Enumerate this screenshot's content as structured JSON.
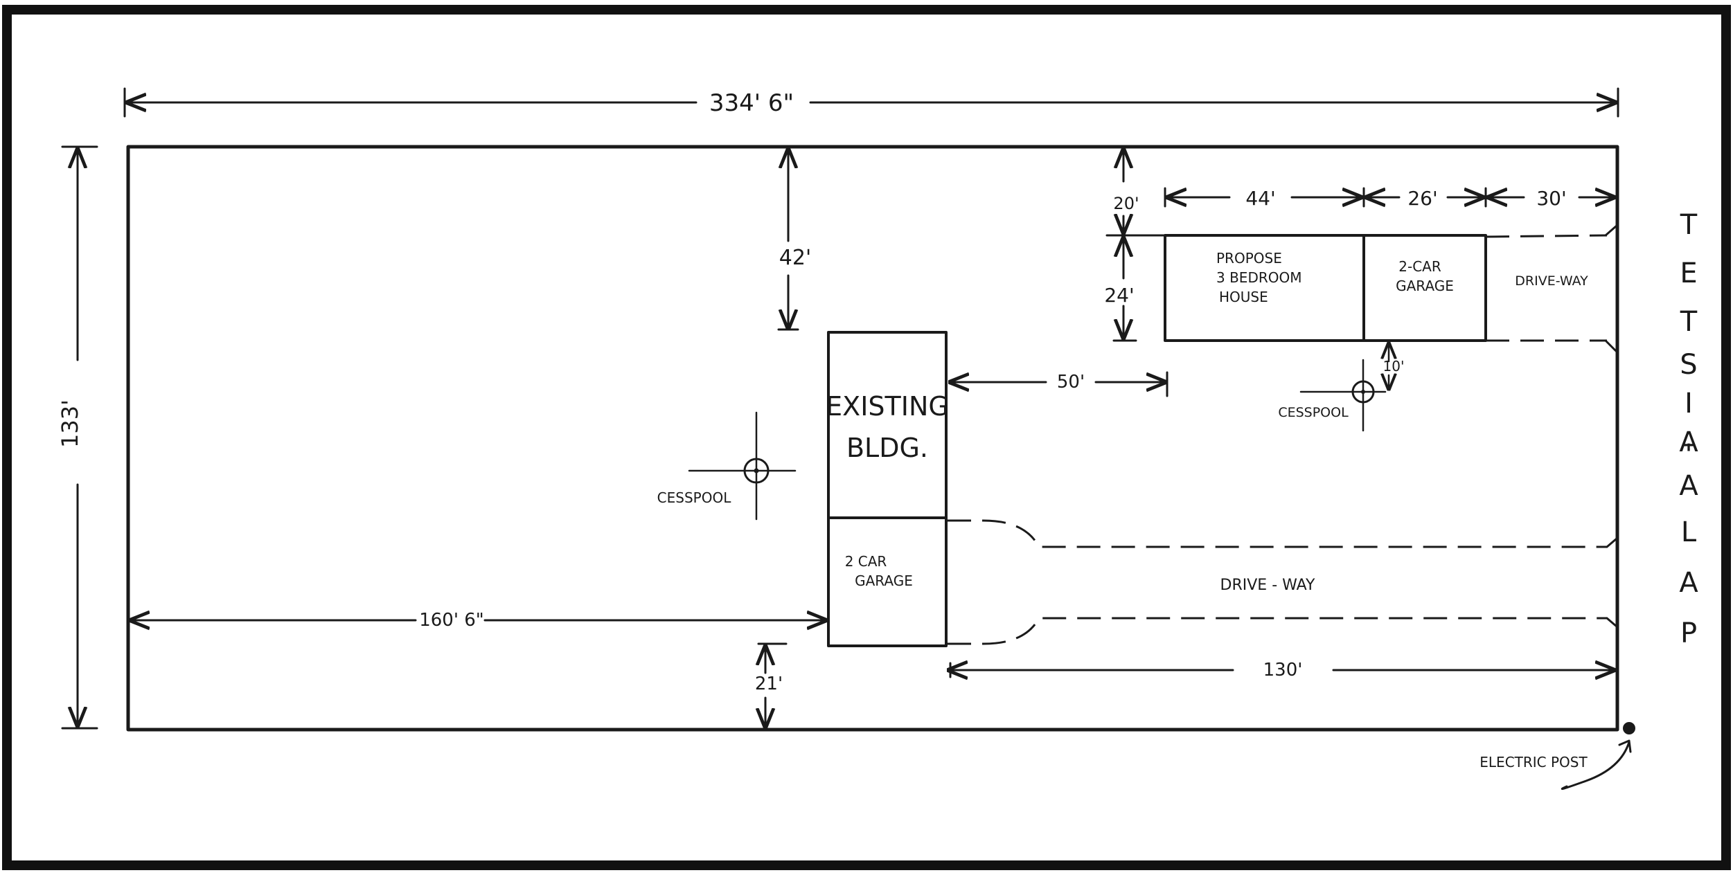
{
  "plan": {
    "overall_width": "334' 6\"",
    "overall_depth": "133'",
    "street_name": "PALA'AI STET",
    "street_letters": [
      "P",
      "A",
      "L",
      "A",
      "'",
      "A",
      "I",
      "S",
      "T",
      "E",
      "T"
    ],
    "electric_post": "ELECTRIC POST"
  },
  "existing": {
    "building_line1": "EXISTING",
    "building_line2": "BLDG.",
    "garage_line1": "2 CAR",
    "garage_line2": "GARAGE",
    "cesspool": "CESSPOOL",
    "setback_top": "42'",
    "setback_bottom": "21'",
    "setback_left": "160' 6\"",
    "driveway_label": "DRIVE - WAY",
    "driveway_length": "130'"
  },
  "proposed": {
    "house_line1": "PROPOSE",
    "house_line2": "3 BEDROOM",
    "house_line3": "HOUSE",
    "garage_line1": "2-CAR",
    "garage_line2": "GARAGE",
    "driveway_label": "DRIVE-WAY",
    "width_house": "44'",
    "width_garage": "26'",
    "width_driveway": "30'",
    "setback_top": "20'",
    "depth": "24'",
    "cesspool": "CESSPOOL",
    "cesspool_offset": "10'",
    "spacing_from_existing": "50'"
  }
}
